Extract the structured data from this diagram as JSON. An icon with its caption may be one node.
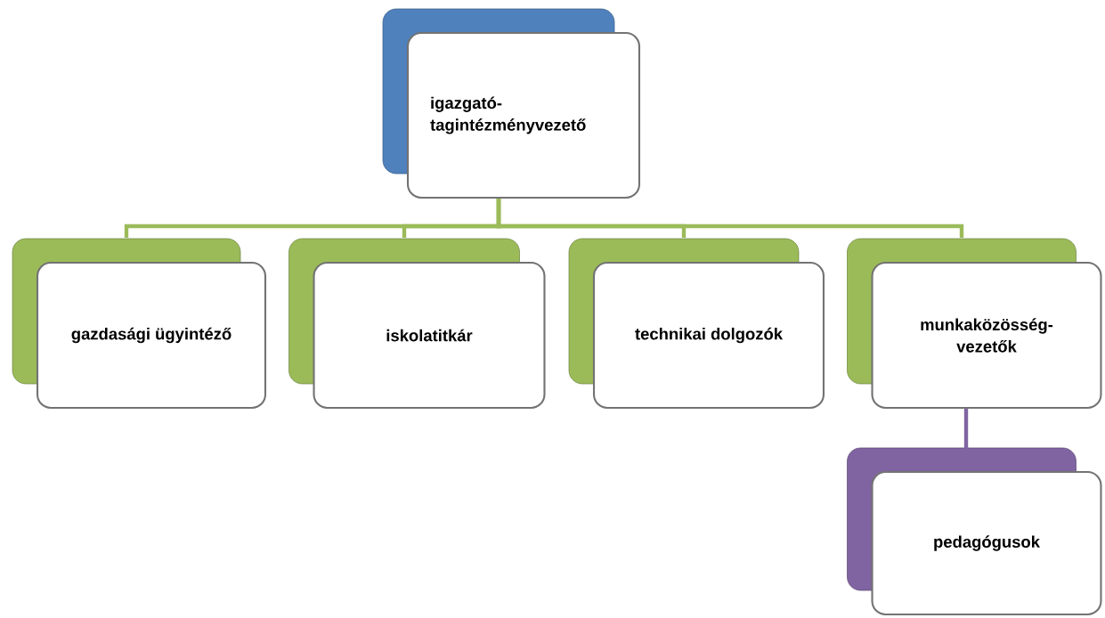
{
  "diagram": {
    "nodes": [
      {
        "text": [
          "igazgató- tagintézményvezető"
        ]
      },
      {
        "text": [
          "gazdasági ügyintéző"
        ]
      },
      {
        "text": [
          "iskolatitkár"
        ]
      },
      {
        "text": [
          "technikai dolgozók"
        ]
      },
      {
        "text": [
          "munkaközösség- vezetők"
        ]
      },
      {
        "text": [
          "pedagógusok"
        ]
      }
    ],
    "edges": [
      {
        "from": 0,
        "to": 1,
        "arrow": "none"
      },
      {
        "from": 0,
        "to": 2,
        "arrow": "none"
      },
      {
        "from": 0,
        "to": 3,
        "arrow": "none"
      },
      {
        "from": 0,
        "to": 4,
        "arrow": "none"
      },
      {
        "from": 4,
        "to": 5,
        "arrow": "none",
        "color": "#8064a2"
      }
    ]
  }
}
